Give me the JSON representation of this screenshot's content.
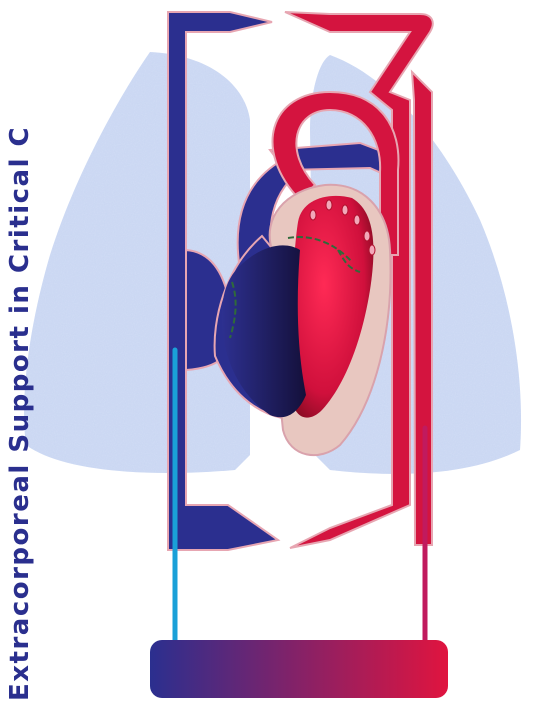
{
  "side_title": "Extracorporeal Support in Critical C",
  "colors": {
    "venous_blue": "#2b2f8f",
    "arterial_red": "#d4143f",
    "lung_fill": "#c8d6f2",
    "myocardium": "#e8c7c0",
    "title_blue": "#2a2f8e"
  },
  "icons": {
    "lungs": "lung-shapes",
    "heart": "heart-cross-section",
    "circuit": "ecmo-circuit"
  }
}
